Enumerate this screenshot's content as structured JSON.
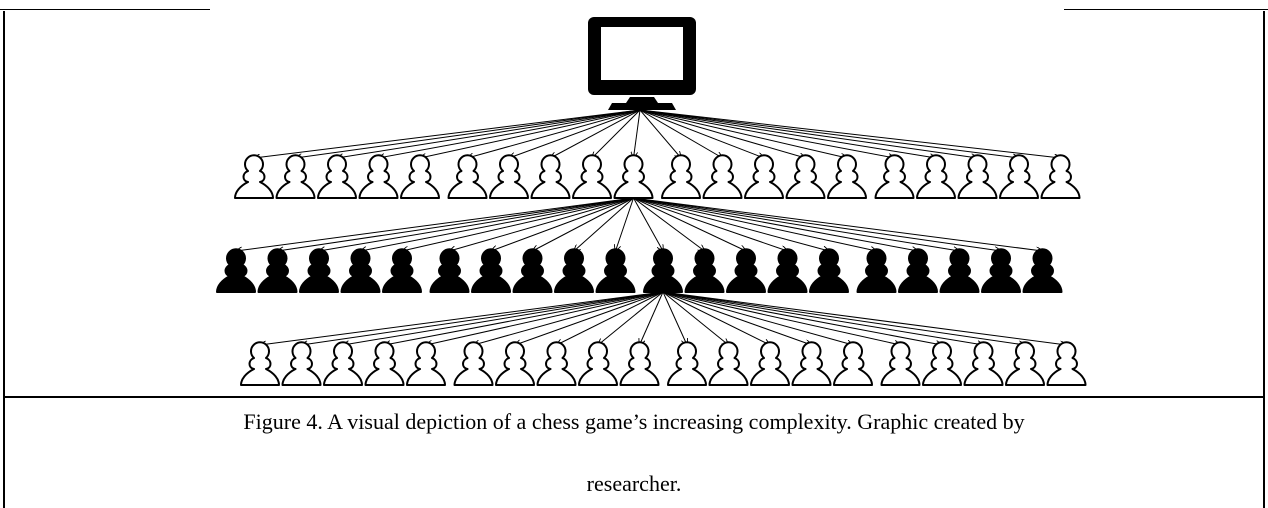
{
  "figure": {
    "caption_line1": "Figure 4. A visual depiction of a chess game’s increasing complexity.  Graphic created by",
    "caption_line2": "researcher."
  },
  "diagram": {
    "root": "computer-monitor-icon",
    "levels": [
      {
        "pieces": 20,
        "color": "white",
        "piece": "pawn"
      },
      {
        "pieces": 20,
        "color": "black",
        "piece": "pawn"
      },
      {
        "pieces": 20,
        "color": "white",
        "piece": "pawn"
      }
    ],
    "colors": {
      "ink": "#000000",
      "paper": "#ffffff"
    }
  }
}
